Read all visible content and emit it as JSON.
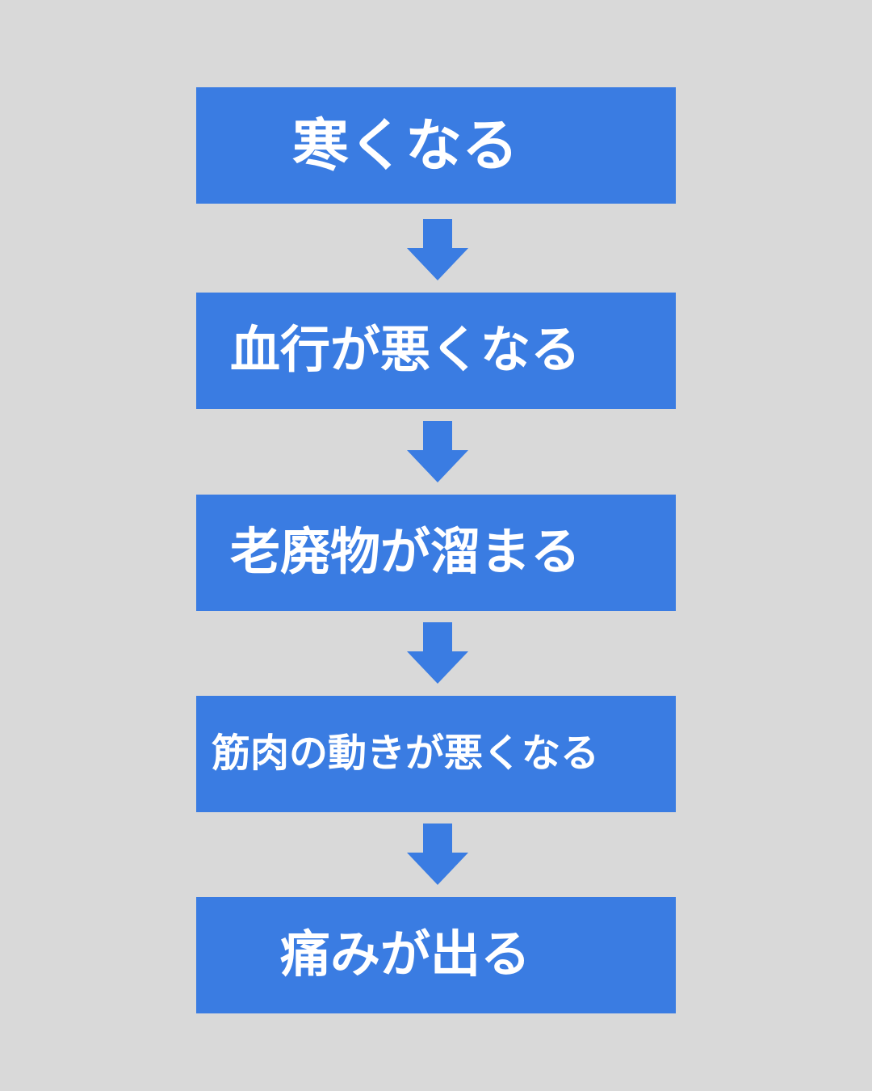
{
  "page": {
    "background_color": "#d9d9d9",
    "accent_color": "#3a7ce2",
    "text_color": "#ffffff"
  },
  "flowchart": {
    "arrow_icon": "down-block-arrow",
    "steps": [
      {
        "label": "寒くなる"
      },
      {
        "label": "血行が悪くなる"
      },
      {
        "label": "老廃物が溜まる"
      },
      {
        "label": "筋肉の動きが悪くなる"
      },
      {
        "label": "痛みが出る"
      }
    ]
  }
}
